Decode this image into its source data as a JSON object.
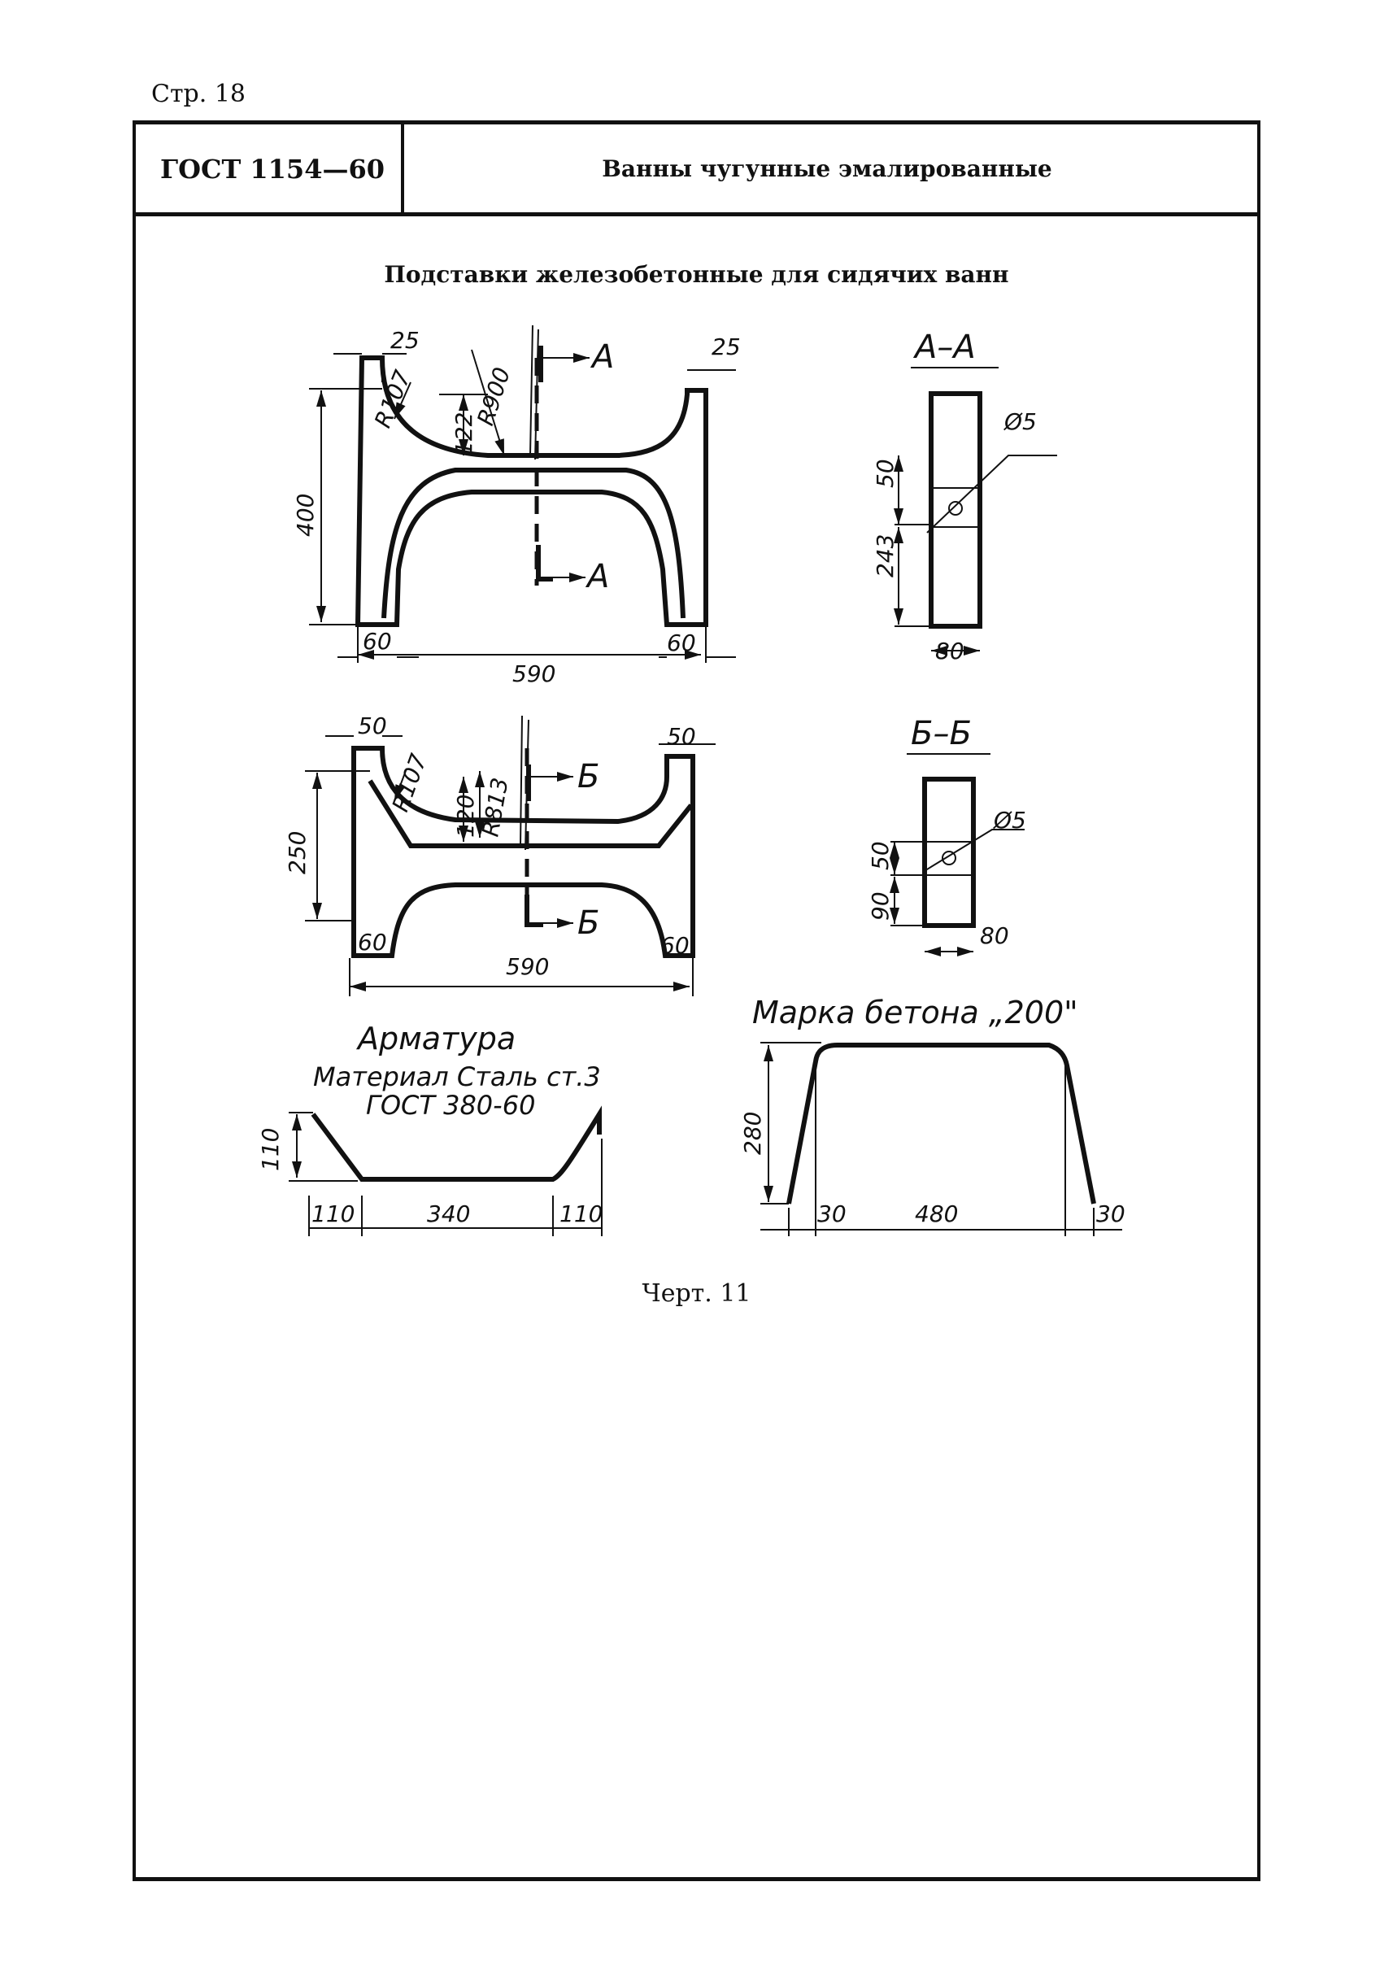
{
  "page_number": "Стр. 18",
  "header": {
    "gost_code": "ГОСТ 1154—60",
    "title": "Ванны чугунные эмалированные"
  },
  "section_title": "Подставки железобетонные для сидячих ванн",
  "caption": "Черт. 11",
  "drawing_a": {
    "dims": [
      "25",
      "R107",
      "R900",
      "A",
      "25",
      "122",
      "400",
      "A",
      "60",
      "60",
      "590"
    ]
  },
  "section_a": {
    "label": "А–А",
    "dims": [
      "Ø5",
      "50",
      "243",
      "80"
    ]
  },
  "drawing_b": {
    "dims": [
      "50",
      "R107",
      "Б",
      "50",
      "120",
      "R813",
      "250",
      "Б",
      "60",
      "60",
      "590"
    ]
  },
  "section_b": {
    "label": "Б–Б",
    "dims": [
      "Ø5",
      "50",
      "90",
      "80"
    ]
  },
  "reinforcement": {
    "title": "Арматура",
    "material": "Материал  Сталь ст.3",
    "standard": "ГОСТ 380-60",
    "dims": [
      "110",
      "110",
      "340",
      "110"
    ]
  },
  "concrete": {
    "title": "Марка бетона „200\"",
    "dims": [
      "280",
      "30",
      "480",
      "30"
    ]
  }
}
